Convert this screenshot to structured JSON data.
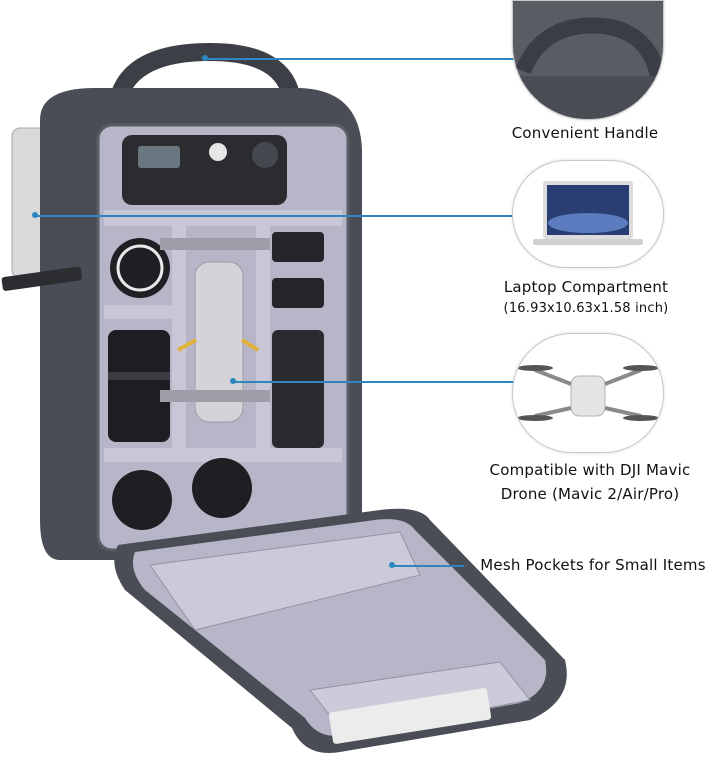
{
  "callouts": {
    "handle": {
      "label": "Convenient Handle",
      "icon": "handle-closeup-icon"
    },
    "laptop": {
      "label": "Laptop Compartment",
      "sublabel": "(16.93x10.63x1.58 inch)",
      "icon": "laptop-icon"
    },
    "drone": {
      "label_line1": "Compatible with DJI Mavic",
      "label_line2": "Drone (Mavic 2/Air/Pro)",
      "icon": "drone-icon"
    },
    "mesh": {
      "label": "Mesh Pockets for Small Items"
    }
  },
  "colors": {
    "bag_shell": "#4a4d55",
    "bag_interior": "#b7b5c8",
    "divider": "#c9c7d6",
    "callout_line": "#2e86c1"
  }
}
